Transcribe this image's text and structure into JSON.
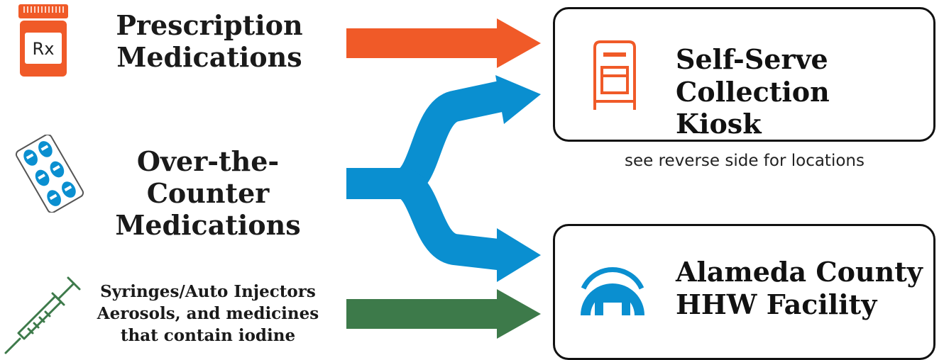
{
  "sources": {
    "prescription": {
      "line1": "Prescription",
      "line2": "Medications",
      "icon": "prescription-bottle-icon"
    },
    "otc": {
      "line1": "Over-the-Counter",
      "line2": "Medications",
      "icon": "pill-blister-pack-icon"
    },
    "sharps": {
      "line1": "Syringes/Auto Injectors",
      "line2": "Aerosols, and medicines",
      "line3": "that contain iodine",
      "icon": "syringe-icon"
    }
  },
  "destinations": {
    "kiosk": {
      "line1": "Self-Serve",
      "line2": "Collection Kiosk",
      "icon": "kiosk-drop-box-icon",
      "note": "see reverse side for locations"
    },
    "hhw": {
      "line1": "Alameda County",
      "line2": "HHW Facility",
      "icon": "alameda-hhw-logo-icon"
    }
  },
  "icon_rx_text": "Rx",
  "colors": {
    "prescription_arrow": "#f05a28",
    "otc_arrow": "#0a8fd0",
    "sharps_arrow": "#3d7a4a",
    "text": "#1a1a1a"
  }
}
